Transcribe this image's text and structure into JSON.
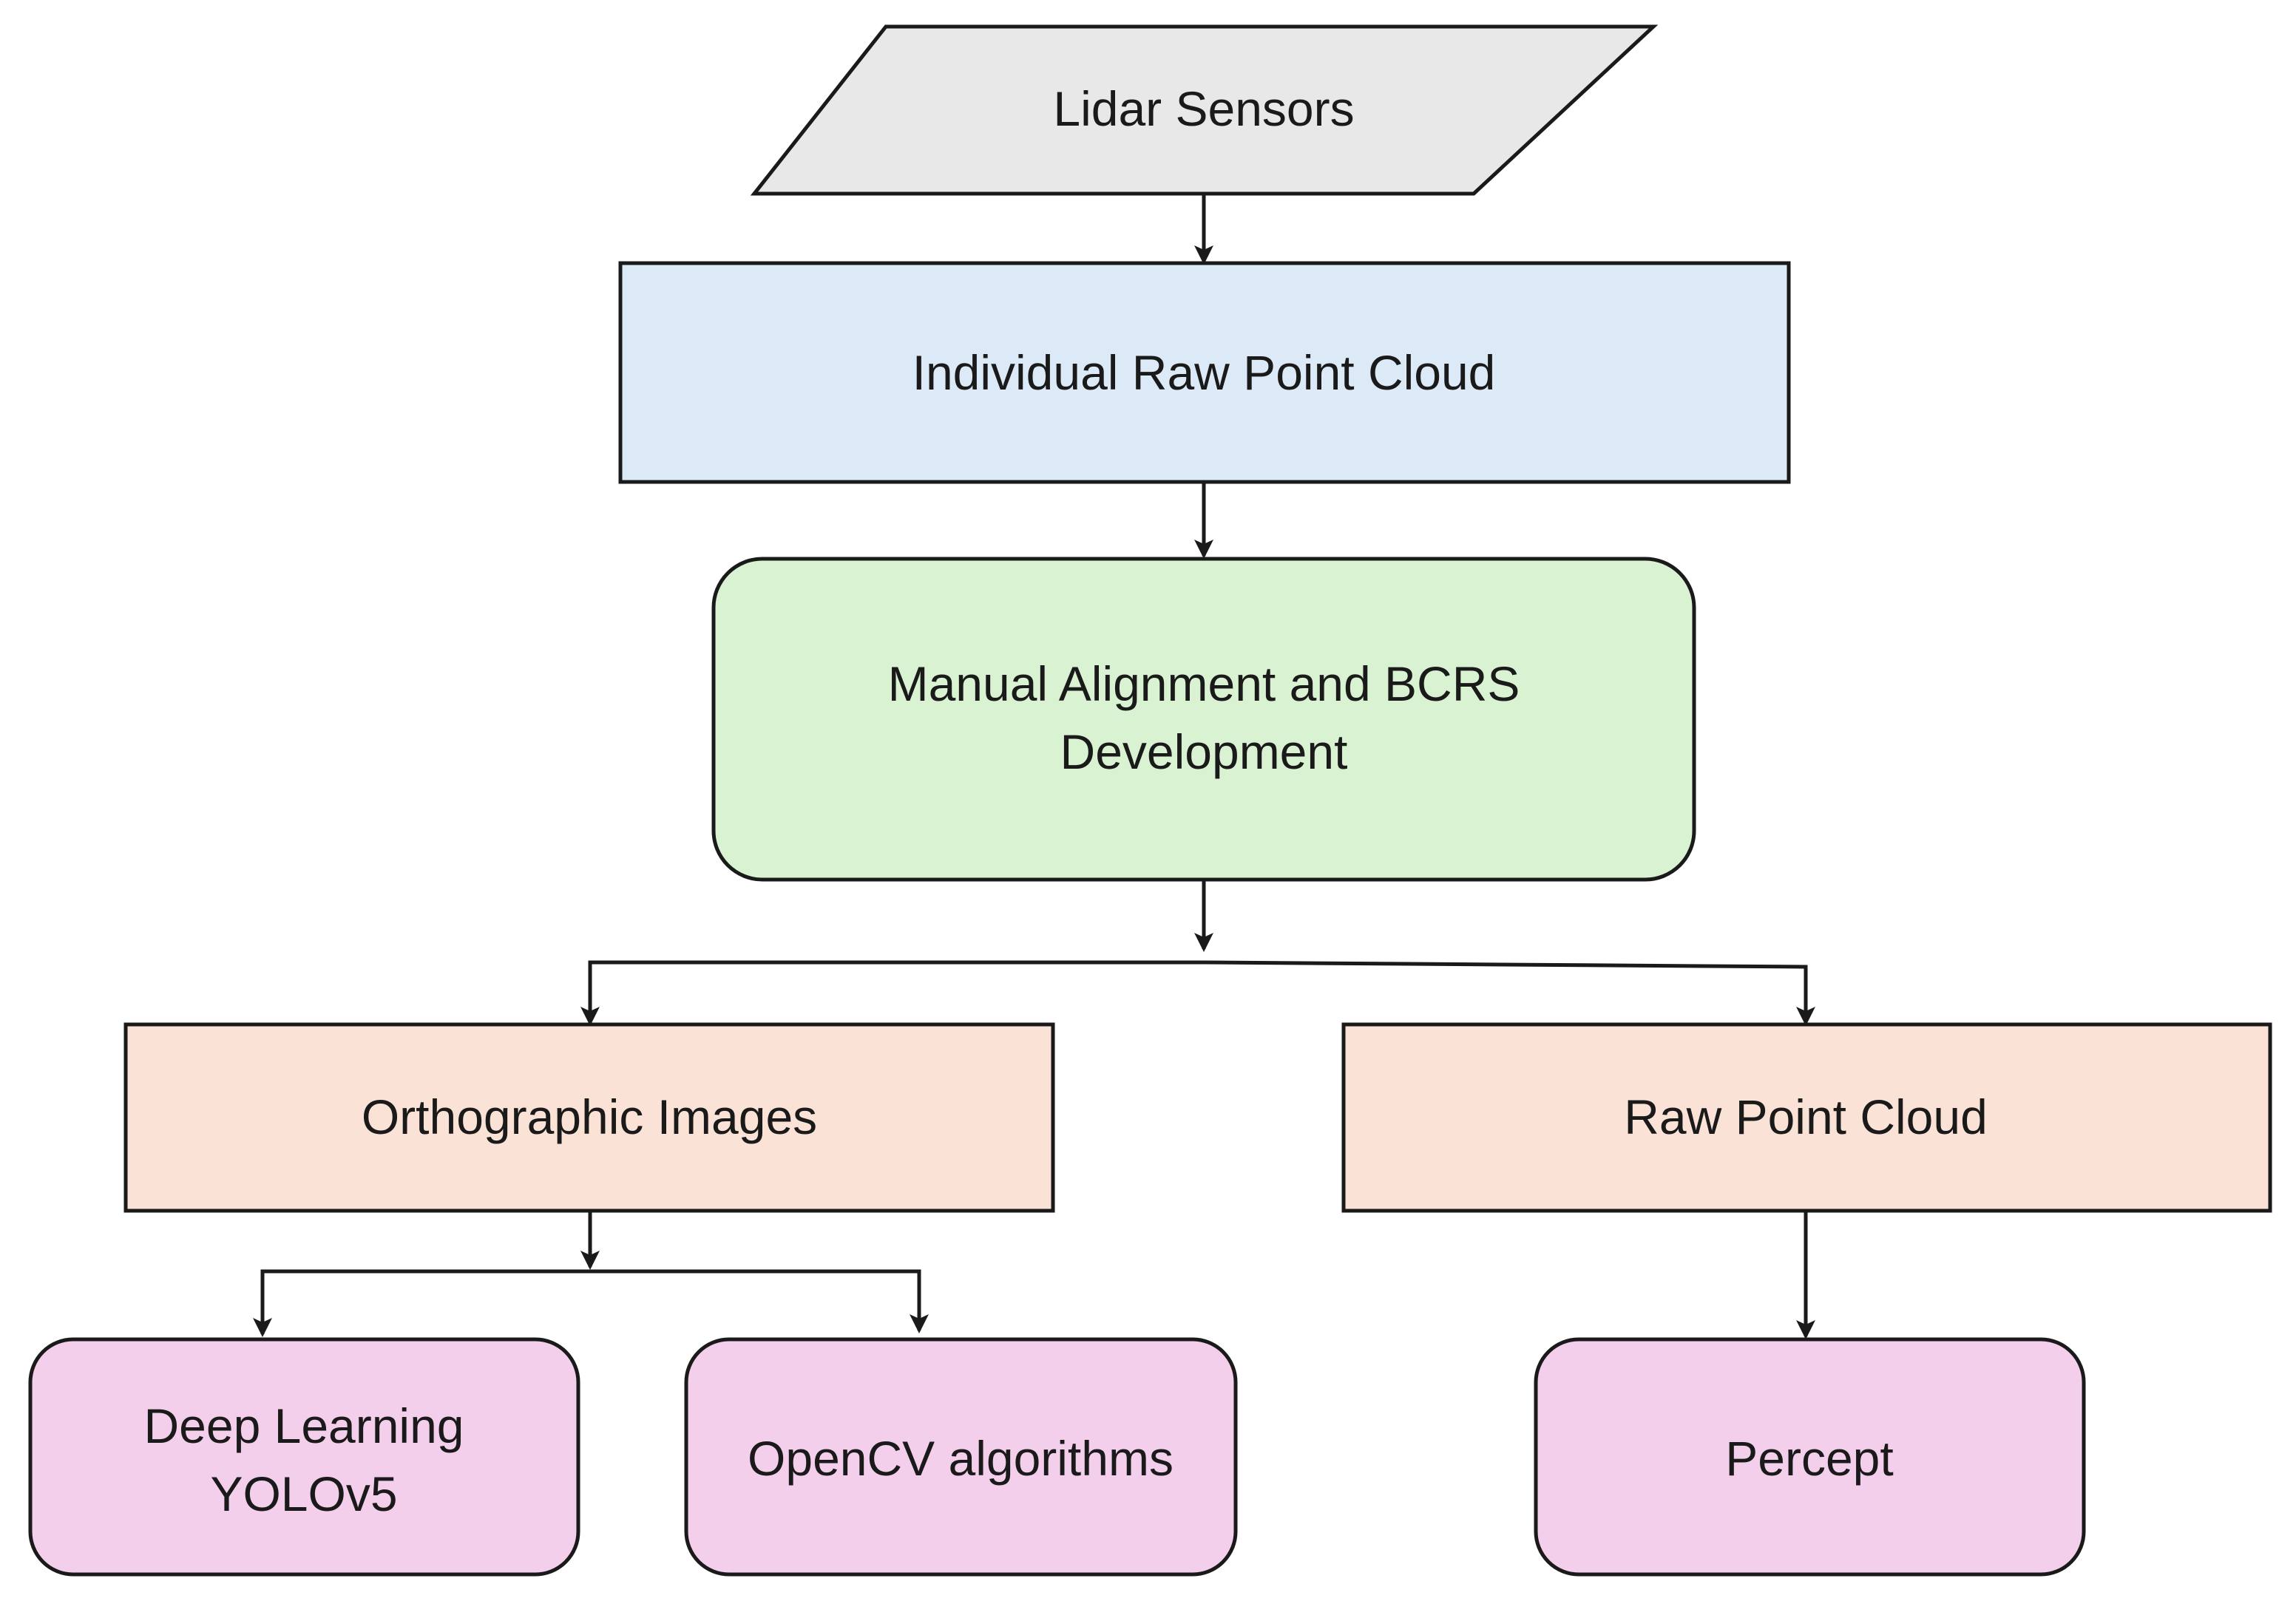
{
  "nodes": {
    "lidar_sensors": {
      "label": "Lidar Sensors",
      "shape": "parallelogram",
      "fill": "#e8e8e8"
    },
    "individual_raw_point_cloud": {
      "label": "Individual Raw Point Cloud",
      "shape": "rectangle",
      "fill": "#dce9f6"
    },
    "manual_alignment": {
      "label_line1": "Manual Alignment and BCRS",
      "label_line2": "Development",
      "shape": "rounded-rectangle",
      "fill": "#d9f2d2"
    },
    "orthographic_images": {
      "label": "Orthographic Images",
      "shape": "rectangle",
      "fill": "#fae3d6"
    },
    "raw_point_cloud": {
      "label": "Raw Point Cloud",
      "shape": "rectangle",
      "fill": "#fae3d6"
    },
    "deep_learning": {
      "label_line1": "Deep Learning",
      "label_line2": "YOLOv5",
      "shape": "rounded-rectangle",
      "fill": "#f3cfec"
    },
    "opencv_algorithms": {
      "label": "OpenCV algorithms",
      "shape": "rounded-rectangle",
      "fill": "#f3cfec"
    },
    "percept": {
      "label": "Percept",
      "shape": "rounded-rectangle",
      "fill": "#f3cfec"
    }
  },
  "edges": [
    {
      "from": "lidar_sensors",
      "to": "individual_raw_point_cloud"
    },
    {
      "from": "individual_raw_point_cloud",
      "to": "manual_alignment"
    },
    {
      "from": "manual_alignment",
      "to": "orthographic_images"
    },
    {
      "from": "manual_alignment",
      "to": "raw_point_cloud"
    },
    {
      "from": "orthographic_images",
      "to": "deep_learning"
    },
    {
      "from": "orthographic_images",
      "to": "opencv_algorithms"
    },
    {
      "from": "raw_point_cloud",
      "to": "percept"
    }
  ],
  "colors": {
    "stroke": "#1a1a1a",
    "text": "#1a1a1a"
  }
}
